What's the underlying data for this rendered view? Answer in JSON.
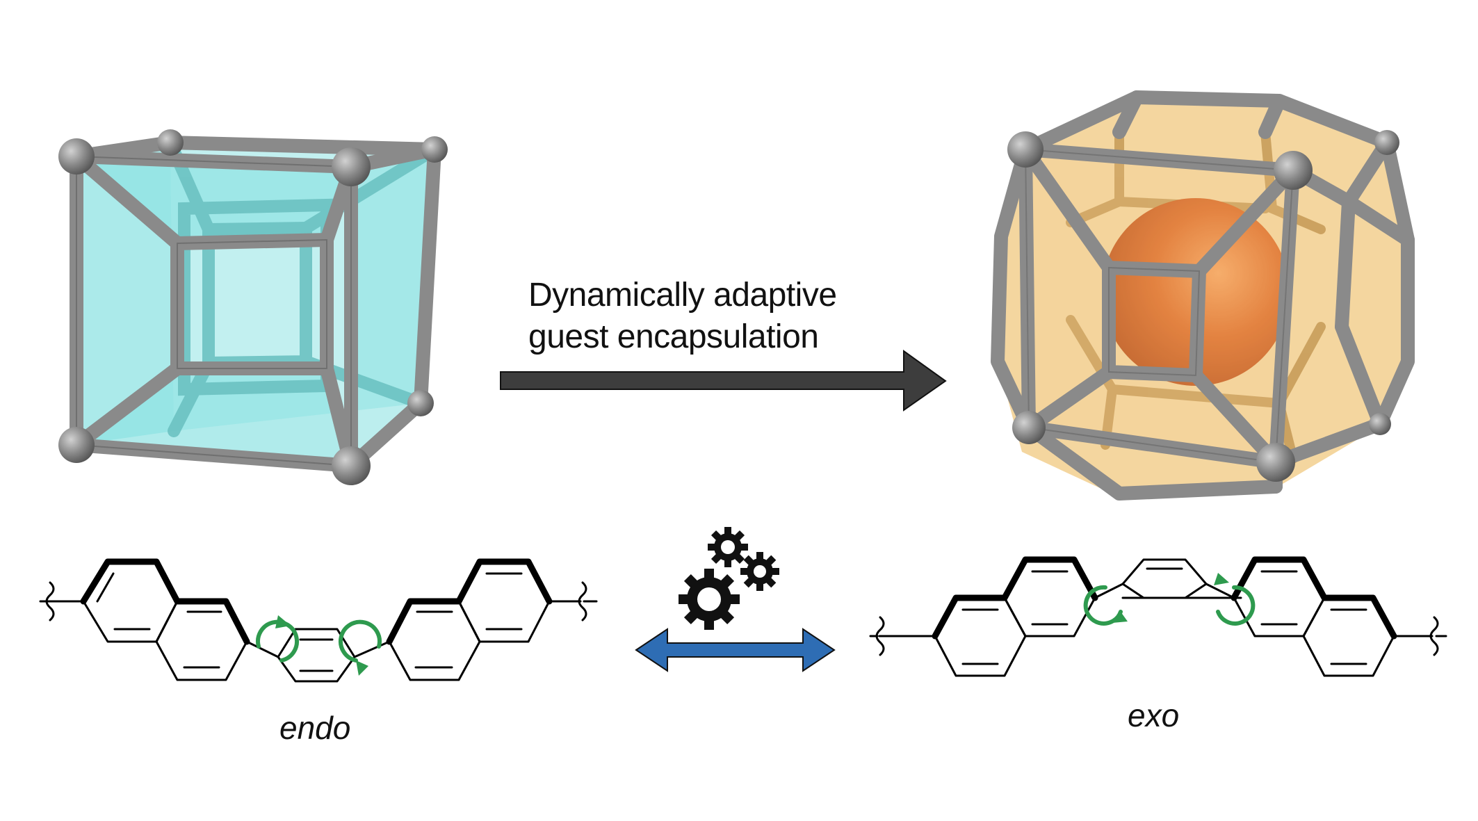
{
  "arrow_caption": {
    "line1": "Dynamically adaptive",
    "line2": "guest encapsulation"
  },
  "labels": {
    "endo": "endo",
    "exo": "exo"
  },
  "colors": {
    "frame": "#8a8a8a",
    "frame_dark": "#5f5f5f",
    "cube_face": "#8fe3e3",
    "cage_face": "#f2cf8e",
    "guest_sphere": "#e8722c",
    "process_arrow": "#3d3d3d",
    "equilibrium_arrow": "#2e6db4",
    "rotation_arrow": "#2e9a4e",
    "bond": "#000000"
  },
  "icons": [
    "gears-icon",
    "rotation-arrow-icon",
    "squiggle-bond-icon"
  ]
}
